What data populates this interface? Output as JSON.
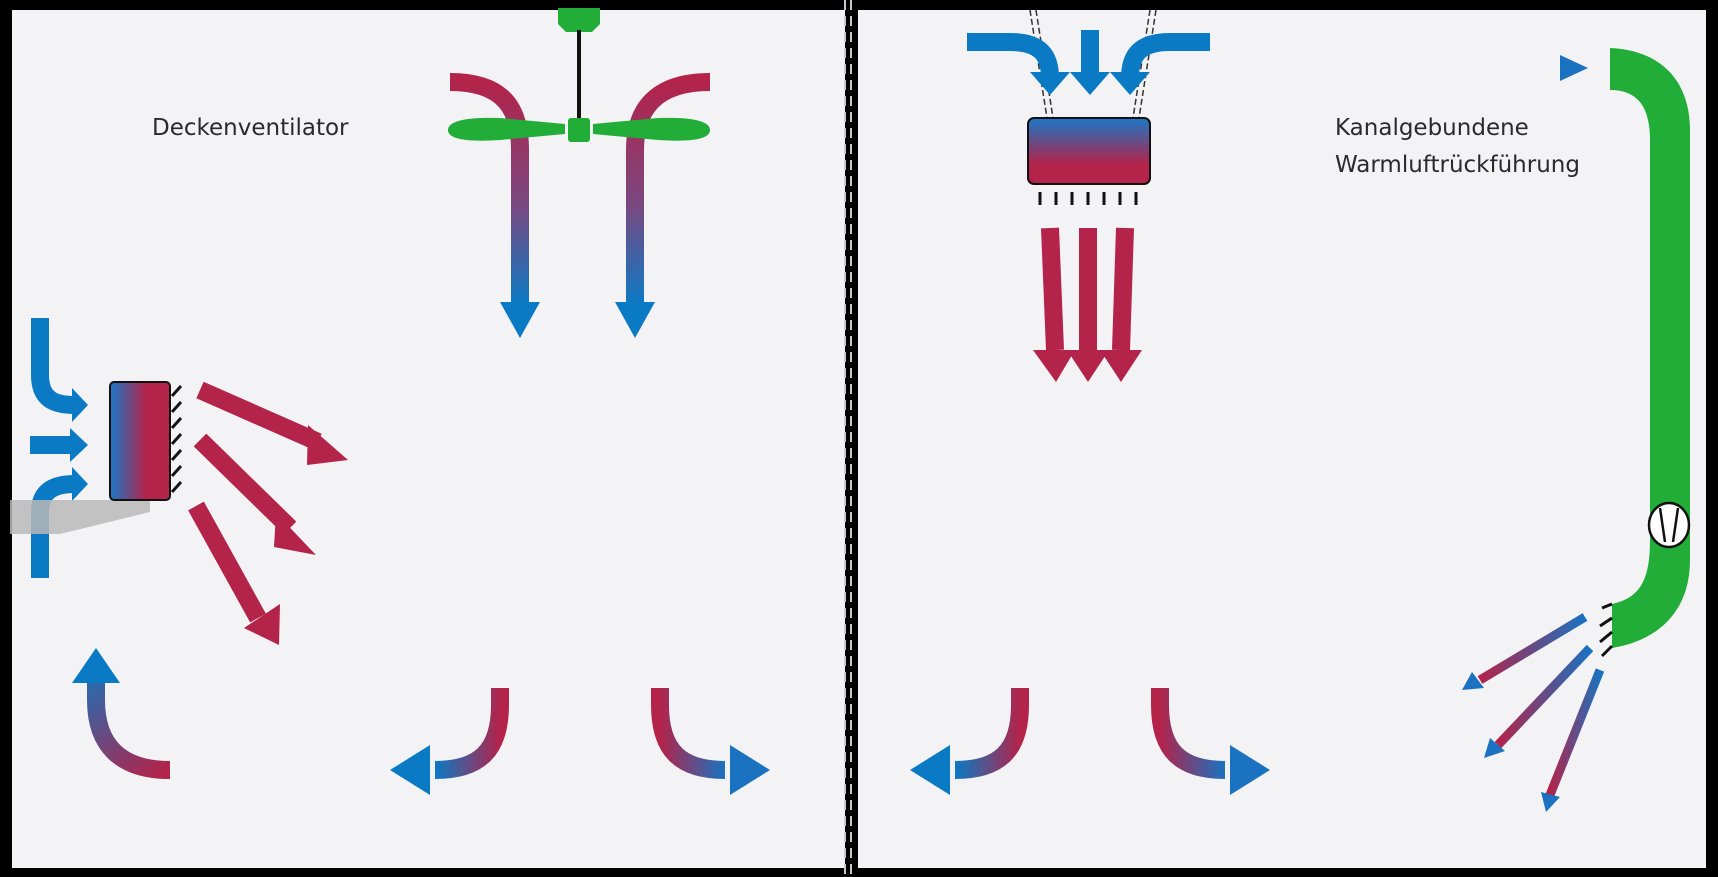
{
  "labels": {
    "ceiling_fan": "Deckenventilator",
    "duct_line1": "Kanalgebundene",
    "duct_line2": "Warmluftrückführung"
  },
  "colors": {
    "background": "#000000",
    "panel": "#f3f3f6",
    "cold_blue": "#0a7ac4",
    "warm_red": "#b3234a",
    "fan_green": "#22ac38",
    "shelf_gray": "#b9b9b9",
    "divider": "#c9c9cc"
  },
  "icons": [
    "ceiling-fan-icon",
    "wall-heater-icon",
    "ceiling-heater-icon",
    "duct-fan-icon"
  ]
}
